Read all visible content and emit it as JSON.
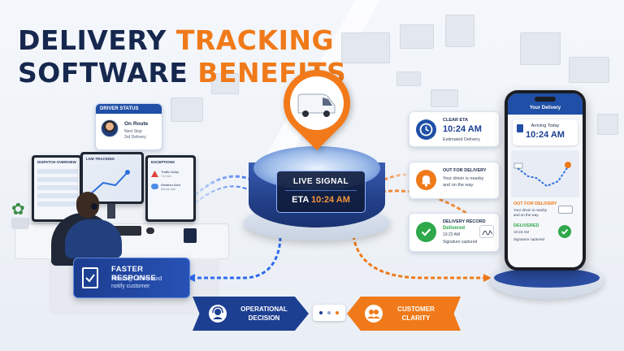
{
  "headline": {
    "line1_dark": "DELIVERY",
    "line1_orange": "TRACKING",
    "line2_dark": "SOFTWARE",
    "line2_orange": "BENEFITS"
  },
  "driver_status": {
    "header": "DRIVER STATUS",
    "status": "On Route",
    "line1": "Next Stop",
    "line2": "3rd Delivery"
  },
  "monitors": {
    "dispatch": "DISPATCH OVERVIEW",
    "live": "LIVE TRACKING",
    "exceptions": "EXCEPTIONS",
    "ex_item1": "Traffic Delay",
    "ex_item1_sub": "+12 min",
    "ex_item2": "Weather Alert",
    "ex_item2_sub": "Severe rain"
  },
  "signal": {
    "label": "LIVE SIGNAL",
    "eta_label": "ETA",
    "eta_value": "10:24 AM"
  },
  "cards": {
    "clear_eta": {
      "label": "CLEAR ETA",
      "value": "10:24 AM",
      "sub": "Estimated Delivery"
    },
    "out_for_delivery": {
      "label": "OUT FOR DELIVERY",
      "sub1": "Your driver is nearby",
      "sub2": "and on the way."
    },
    "delivery_record": {
      "label": "DELIVERY RECORD",
      "status": "Delivered",
      "time": "10:23 AM",
      "sub": "Signature captured"
    }
  },
  "phone": {
    "title": "Your Delivery",
    "arriving": "Arriving Today",
    "time": "10:24 AM",
    "ofd": "OUT FOR DELIVERY",
    "ofd_sub1": "Your driver is nearby",
    "ofd_sub2": "and on the way.",
    "delivered": "DELIVERED",
    "delivered_time": "10:23 AM",
    "delivered_sub": "Signature captured"
  },
  "faster_response": {
    "title": "FASTER RESPONSE",
    "line1": "Reassign driver and",
    "line2": "notify customer"
  },
  "bottom": {
    "left_line1": "OPERATIONAL",
    "left_line2": "DECISION",
    "right_line1": "CUSTOMER",
    "right_line2": "CLARITY"
  },
  "colors": {
    "navy": "#17284f",
    "blue": "#1f4fa6",
    "orange": "#f07a19",
    "green": "#2ea84a"
  }
}
